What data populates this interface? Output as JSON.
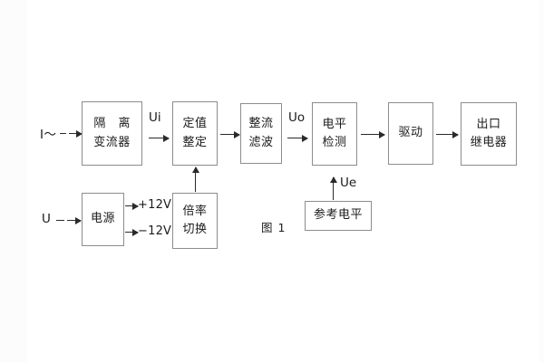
{
  "figure": {
    "caption": "图 1",
    "background_color": "#ffffff",
    "box_border_color": "#8d8d8d",
    "line_color": "#2a2a2a",
    "text_color": "#1b1b1b"
  },
  "blocks": [
    {
      "id": "isolation-transformer",
      "line1": "隔 离",
      "line2": "变流器"
    },
    {
      "id": "setting-value",
      "line1": "定值",
      "line2": "整定"
    },
    {
      "id": "rectify-filter",
      "line1": "整流",
      "line2": "滤波"
    },
    {
      "id": "level-detection",
      "line1": "电平",
      "line2": "检测"
    },
    {
      "id": "drive",
      "line1": "驱动",
      "line2": ""
    },
    {
      "id": "output-relay",
      "line1": "出口",
      "line2": "继电器"
    },
    {
      "id": "power-supply",
      "line1": "电源",
      "line2": ""
    },
    {
      "id": "ratio-switch",
      "line1": "倍率",
      "line2": "切换"
    },
    {
      "id": "reference-level",
      "line1": "参考电平",
      "line2": ""
    }
  ],
  "terminals": {
    "current_input": "I～",
    "voltage_input": "U"
  },
  "signals": {
    "ui": "Ui",
    "uo": "Uo",
    "ue": "Ue"
  },
  "rails": {
    "positive": "+12V",
    "negative": "−12V"
  }
}
